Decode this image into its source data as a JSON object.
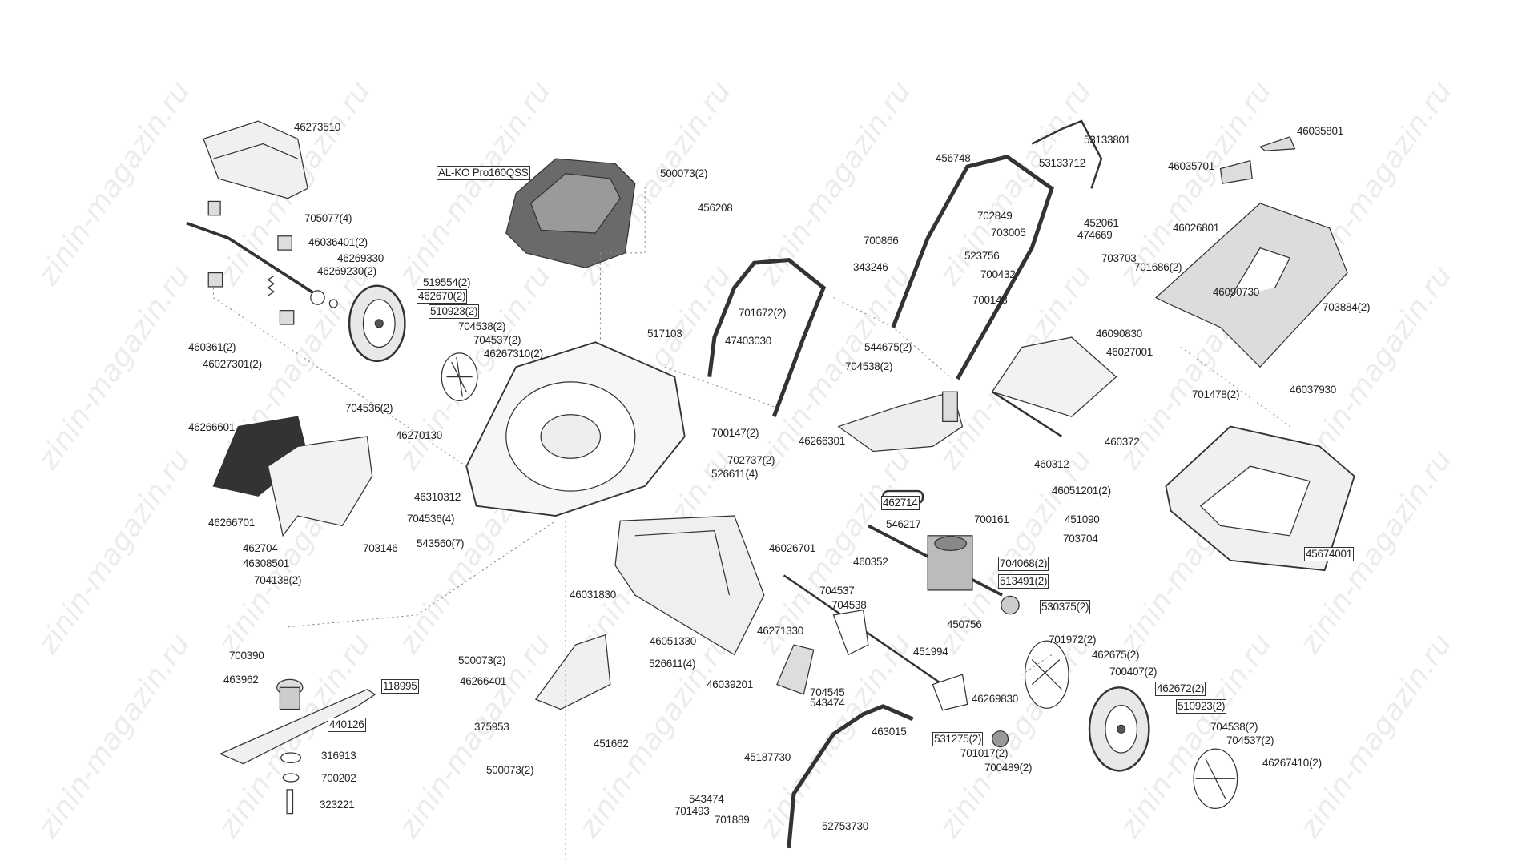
{
  "title": "AL-KO Pro160QSS",
  "watermark": "zinin-magazin.ru",
  "labels": [
    {
      "text": "46273510",
      "boxed": false
    },
    {
      "text": "AL-KO Pro160QSS",
      "boxed": true
    },
    {
      "text": "500073(2)",
      "boxed": false
    },
    {
      "text": "456208",
      "boxed": false
    },
    {
      "text": "705077(4)",
      "boxed": false
    },
    {
      "text": "46036401(2)",
      "boxed": false
    },
    {
      "text": "46269330",
      "boxed": false
    },
    {
      "text": "46269230(2)",
      "boxed": false
    },
    {
      "text": "519554(2)",
      "boxed": false
    },
    {
      "text": "462670(2)",
      "boxed": true
    },
    {
      "text": "510923(2)",
      "boxed": true
    },
    {
      "text": "704538(2)",
      "boxed": false
    },
    {
      "text": "704537(2)",
      "boxed": false
    },
    {
      "text": "46267310(2)",
      "boxed": false
    },
    {
      "text": "460361(2)",
      "boxed": false
    },
    {
      "text": "46027301(2)",
      "boxed": false
    },
    {
      "text": "517103",
      "boxed": false
    },
    {
      "text": "47403030",
      "boxed": false
    },
    {
      "text": "701672(2)",
      "boxed": false
    },
    {
      "text": "53133801",
      "boxed": false
    },
    {
      "text": "456748",
      "boxed": false
    },
    {
      "text": "53133712",
      "boxed": false
    },
    {
      "text": "702849",
      "boxed": false
    },
    {
      "text": "452061",
      "boxed": false
    },
    {
      "text": "703005",
      "boxed": false
    },
    {
      "text": "474669",
      "boxed": false
    },
    {
      "text": "700866",
      "boxed": false
    },
    {
      "text": "523756",
      "boxed": false
    },
    {
      "text": "703703",
      "boxed": false
    },
    {
      "text": "343246",
      "boxed": false
    },
    {
      "text": "700432",
      "boxed": false
    },
    {
      "text": "700148",
      "boxed": false
    },
    {
      "text": "544675(2)",
      "boxed": false
    },
    {
      "text": "704538(2)",
      "boxed": false
    },
    {
      "text": "46035801",
      "boxed": false
    },
    {
      "text": "46035701",
      "boxed": false
    },
    {
      "text": "46026801",
      "boxed": false
    },
    {
      "text": "701686(2)",
      "boxed": false
    },
    {
      "text": "46090730",
      "boxed": false
    },
    {
      "text": "703884(2)",
      "boxed": false
    },
    {
      "text": "46090830",
      "boxed": false
    },
    {
      "text": "46027001",
      "boxed": false
    },
    {
      "text": "701478(2)",
      "boxed": false
    },
    {
      "text": "46037930",
      "boxed": false
    },
    {
      "text": "460372",
      "boxed": false
    },
    {
      "text": "460312",
      "boxed": false
    },
    {
      "text": "46051201(2)",
      "boxed": false
    },
    {
      "text": "45674001",
      "boxed": true
    },
    {
      "text": "46266301",
      "boxed": false
    },
    {
      "text": "704536(2)",
      "boxed": false
    },
    {
      "text": "46266601",
      "boxed": false
    },
    {
      "text": "46270130",
      "boxed": false
    },
    {
      "text": "700147(2)",
      "boxed": false
    },
    {
      "text": "702737(2)",
      "boxed": false
    },
    {
      "text": "526611(4)",
      "boxed": false
    },
    {
      "text": "46310312",
      "boxed": false
    },
    {
      "text": "704536(4)",
      "boxed": false
    },
    {
      "text": "543560(7)",
      "boxed": false
    },
    {
      "text": "46266701",
      "boxed": false
    },
    {
      "text": "462704",
      "boxed": false
    },
    {
      "text": "46308501",
      "boxed": false
    },
    {
      "text": "704138(2)",
      "boxed": false
    },
    {
      "text": "703146",
      "boxed": false
    },
    {
      "text": "46026701",
      "boxed": false
    },
    {
      "text": "462714",
      "boxed": true
    },
    {
      "text": "546217",
      "boxed": false
    },
    {
      "text": "700161",
      "boxed": false
    },
    {
      "text": "451090",
      "boxed": false
    },
    {
      "text": "703704",
      "boxed": false
    },
    {
      "text": "460352",
      "boxed": false
    },
    {
      "text": "704068(2)",
      "boxed": true
    },
    {
      "text": "513491(2)",
      "boxed": true
    },
    {
      "text": "530375(2)",
      "boxed": true
    },
    {
      "text": "46031830",
      "boxed": false
    },
    {
      "text": "704537",
      "boxed": false
    },
    {
      "text": "704538",
      "boxed": false
    },
    {
      "text": "450756",
      "boxed": false
    },
    {
      "text": "451994",
      "boxed": false
    },
    {
      "text": "46051330",
      "boxed": false
    },
    {
      "text": "46271330",
      "boxed": false
    },
    {
      "text": "700390",
      "boxed": false
    },
    {
      "text": "463962",
      "boxed": false
    },
    {
      "text": "118995",
      "boxed": true
    },
    {
      "text": "500073(2)",
      "boxed": false
    },
    {
      "text": "46266401",
      "boxed": false
    },
    {
      "text": "526611(4)",
      "boxed": false
    },
    {
      "text": "46039201",
      "boxed": false
    },
    {
      "text": "704545",
      "boxed": false
    },
    {
      "text": "543474",
      "boxed": false
    },
    {
      "text": "701972(2)",
      "boxed": false
    },
    {
      "text": "462675(2)",
      "boxed": false
    },
    {
      "text": "700407(2)",
      "boxed": false
    },
    {
      "text": "46269830",
      "boxed": false
    },
    {
      "text": "462672(2)",
      "boxed": true
    },
    {
      "text": "510923(2)",
      "boxed": true
    },
    {
      "text": "440126",
      "boxed": true
    },
    {
      "text": "375953",
      "boxed": false
    },
    {
      "text": "451662",
      "boxed": false
    },
    {
      "text": "463015",
      "boxed": false
    },
    {
      "text": "531275(2)",
      "boxed": true
    },
    {
      "text": "704538(2)",
      "boxed": false
    },
    {
      "text": "704537(2)",
      "boxed": false
    },
    {
      "text": "701017(2)",
      "boxed": false
    },
    {
      "text": "45187730",
      "boxed": false
    },
    {
      "text": "46267410(2)",
      "boxed": false
    },
    {
      "text": "316913",
      "boxed": false
    },
    {
      "text": "700202",
      "boxed": false
    },
    {
      "text": "700489(2)",
      "boxed": false
    },
    {
      "text": "500073(2)",
      "boxed": false
    },
    {
      "text": "323221",
      "boxed": false
    },
    {
      "text": "543474",
      "boxed": false
    },
    {
      "text": "701493",
      "boxed": false
    },
    {
      "text": "701889",
      "boxed": false
    },
    {
      "text": "52753730",
      "boxed": false
    }
  ]
}
